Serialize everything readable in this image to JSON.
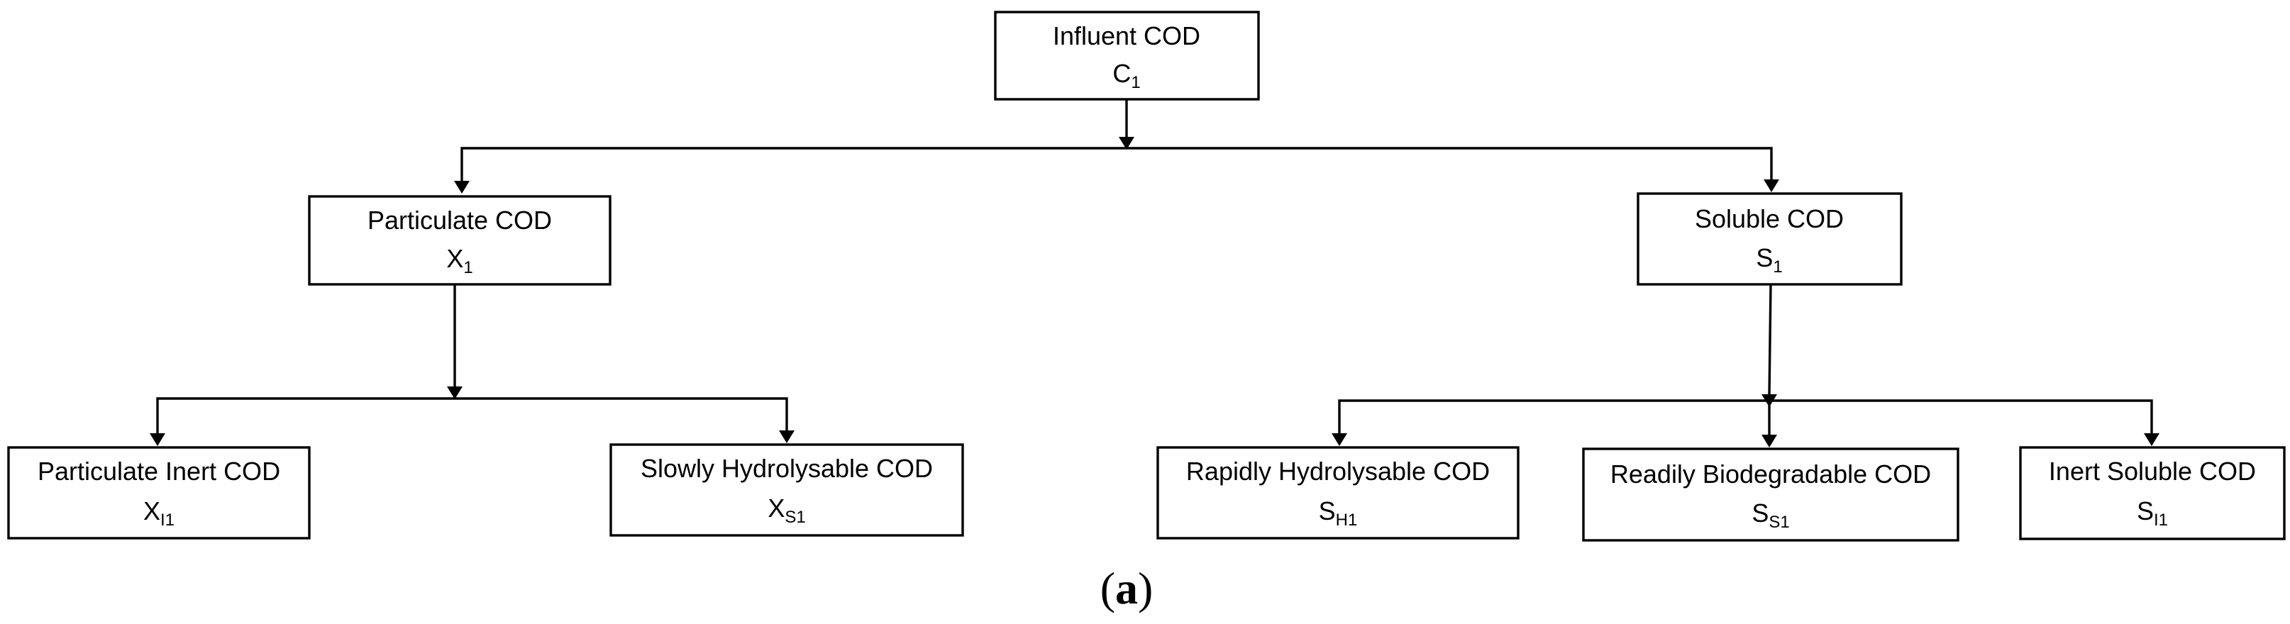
{
  "nodes": {
    "influent": {
      "label": "Influent COD",
      "sym": "C",
      "sub": "1"
    },
    "particulate": {
      "label": "Particulate COD",
      "sym": "X",
      "sub": "1"
    },
    "soluble": {
      "label": "Soluble COD",
      "sym": "S",
      "sub": "1"
    },
    "part_inert": {
      "label": "Particulate Inert COD",
      "sym": "X",
      "sub": "I1"
    },
    "slowly_hydro": {
      "label": "Slowly Hydrolysable COD",
      "sym": "X",
      "sub": "S1"
    },
    "rapidly_hydro": {
      "label": "Rapidly Hydrolysable COD",
      "sym": "S",
      "sub": "H1"
    },
    "readily_bio": {
      "label": "Readily Biodegradable COD",
      "sym": "S",
      "sub": "S1"
    },
    "inert_soluble": {
      "label": "Inert Soluble COD",
      "sym": "S",
      "sub": "I1"
    }
  },
  "caption": {
    "open": "(",
    "letter": "a",
    "close": ")"
  }
}
